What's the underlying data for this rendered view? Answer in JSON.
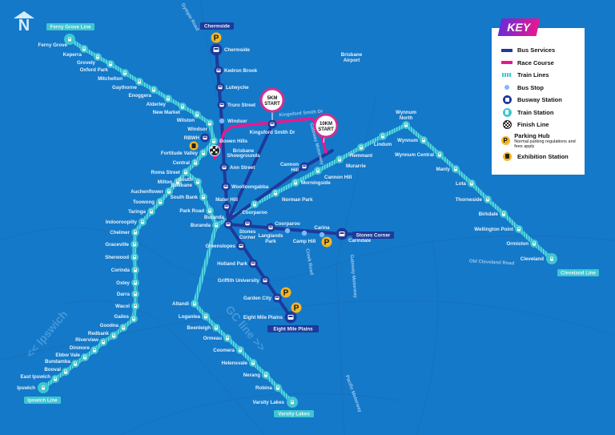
{
  "colors": {
    "background": "#1479c9",
    "bus": "#1e3a9a",
    "race": "#e8188f",
    "train": "#3ec6d0",
    "parking": "#f5b623",
    "bus_stop": "#7fb8ff"
  },
  "north_label": "N",
  "key": {
    "title": "KEY",
    "items": [
      {
        "icon": "bus-line",
        "label": "Bus Services"
      },
      {
        "icon": "race-line",
        "label": "Race Course"
      },
      {
        "icon": "train-line",
        "label": "Train Lines"
      },
      {
        "icon": "bus-stop-dot",
        "label": "Bus Stop"
      },
      {
        "icon": "busway-station",
        "label": "Busway Station"
      },
      {
        "icon": "train-station",
        "label": "Train Station"
      },
      {
        "icon": "finish-line",
        "label": "Finish Line"
      },
      {
        "icon": "parking",
        "label": "Parking Hub",
        "note": "Normal parking regulations and fees apply"
      },
      {
        "icon": "exhibition-station",
        "label": "Exhibition Station"
      }
    ]
  },
  "line_labels": {
    "ferny_grove": "Ferny Grove Line",
    "ipswich": "Ipswich Line",
    "cleveland": "Cleveland Line",
    "varsity": "Varsity Lakes",
    "chermside": "Chermside",
    "eight_mile": "Eight Mile Plains",
    "stones_corner": "Stones Corner"
  },
  "watermarks": {
    "ipswich": "<< Ipswich",
    "gc": "GC line >>"
  },
  "markers": {
    "start5": "5KM START",
    "start10": "10KM START"
  },
  "places": {
    "airport": "Brisbane Airport",
    "showgrounds": "Brisbane Showgrounds"
  },
  "roads": {
    "gympie": "Gympie Road",
    "kingsford": "Kingsford Smith Dr",
    "gateway1": "Gateway Motorway",
    "gateway2": "Gateway Motorway",
    "creek": "Creek Road",
    "old_cleveland": "Old Cleveland Road",
    "pacific": "Pacific Motorway"
  },
  "train_stations": [
    "Ferny Grove",
    "Keperra",
    "Grovely",
    "Oxford Park",
    "Mitchelton",
    "Gaythorne",
    "Enoggera",
    "Alderley",
    "New Market",
    "Wilston",
    "Windsor",
    "Bowen Hills",
    "Fortitude Valley",
    "Central",
    "Roma Street",
    "Milton",
    "Auchenflower",
    "Toowong",
    "Taringa",
    "Indooroopilly",
    "Chelmer",
    "Graceville",
    "Sherwood",
    "Corinda",
    "Oxley",
    "Darra",
    "Wacol",
    "Gailes",
    "Goodna",
    "Redbank",
    "Riverview",
    "Dinmore",
    "Ebbw Vale",
    "Bundamba",
    "Booval",
    "East Ipswich",
    "Ipswich",
    "South Brisbane",
    "South Bank",
    "Park Road",
    "Buranda",
    "Altandi",
    "Loganlea",
    "Beenleigh",
    "Ormeau",
    "Coomera",
    "Helensvale",
    "Nerang",
    "Robina",
    "Varsity Lakes",
    "Coorparoo",
    "Norman Park",
    "Morningside",
    "Cannon Hill",
    "Murarrie",
    "Hemmant",
    "Lindum",
    "Wynnum North",
    "Wynnum",
    "Wynnum Central",
    "Manly",
    "Lota",
    "Thorneside",
    "Birkdale",
    "Wellington Point",
    "Ormiston",
    "Cleveland"
  ],
  "busway_stations": [
    "Chermside",
    "Kedron Brook",
    "Lutwyche",
    "Truro Street",
    "RBWH",
    "Ann Street",
    "Woolloongabba",
    "Mater Hill",
    "Buranda",
    "Stones Corner",
    "Langlands Park",
    "Carindale",
    "Greenslopes",
    "Holland Park",
    "Griffith University",
    "Garden City",
    "Eight Mile Plains",
    "Kingsford Smith Dr",
    "Cannon Hill"
  ],
  "bus_stops": [
    "Windsor",
    "Coorparoo",
    "Camp Hill",
    "Carina"
  ]
}
